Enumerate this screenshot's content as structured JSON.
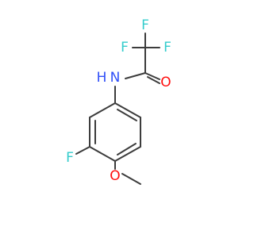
{
  "molecule": {
    "atoms": {
      "f_top": {
        "symbol": "F",
        "color": "#33cccc"
      },
      "f_left": {
        "symbol": "F",
        "color": "#33cccc"
      },
      "f_right": {
        "symbol": "F",
        "color": "#33cccc"
      },
      "nh": {
        "symbol": "H",
        "color": "#3050f8"
      },
      "n": {
        "symbol": "N",
        "color": "#3050f8"
      },
      "o_carbonyl": {
        "symbol": "O",
        "color": "#ff0d0d"
      },
      "f_ring": {
        "symbol": "F",
        "color": "#33cccc"
      },
      "o_methoxy": {
        "symbol": "O",
        "color": "#ff0d0d"
      }
    },
    "bond_color": "#3c3c3c"
  }
}
